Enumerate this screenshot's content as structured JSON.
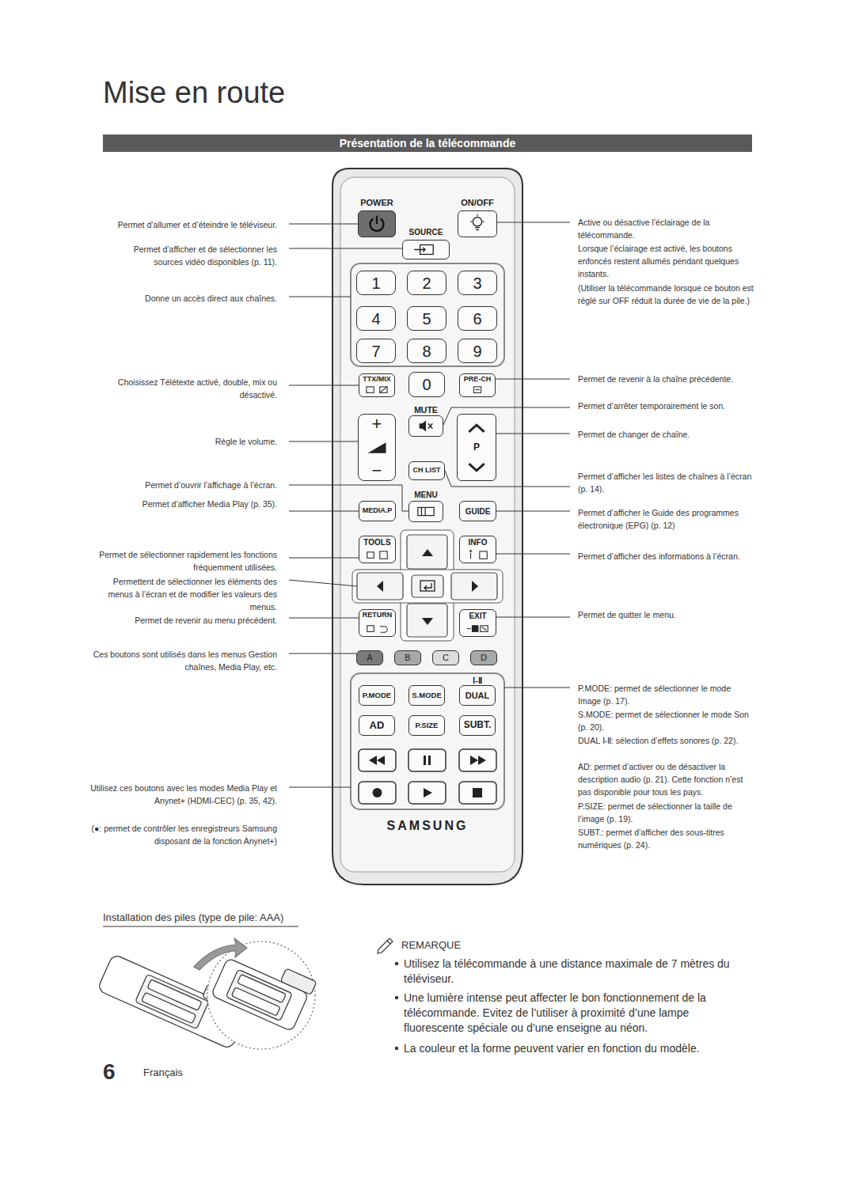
{
  "diagram": {
    "title": "Mise en route",
    "nodes": [
      {
        "text": [
          "Présentation de la télécommande"
        ]
      },
      {
        "text": [
          "SAMSUNG"
        ]
      },
      {
        "text": [
          "POWER"
        ],
        "in": 1
      },
      {
        "text": [
          "ON/OFF"
        ],
        "in": 1
      },
      {
        "text": [
          "SOURCE"
        ],
        "in": 1
      },
      {
        "text": [
          "1"
        ],
        "in": 1
      },
      {
        "text": [
          "2"
        ],
        "in": 1
      },
      {
        "text": [
          "3"
        ],
        "in": 1
      },
      {
        "text": [
          "4"
        ],
        "in": 1
      },
      {
        "text": [
          "5"
        ],
        "in": 1
      },
      {
        "text": [
          "6"
        ],
        "in": 1
      },
      {
        "text": [
          "7"
        ],
        "in": 1
      },
      {
        "text": [
          "8"
        ],
        "in": 1
      },
      {
        "text": [
          "9"
        ],
        "in": 1
      },
      {
        "text": [
          "TTX/MIX"
        ],
        "in": 1
      },
      {
        "text": [
          "0"
        ],
        "in": 1
      },
      {
        "text": [
          "PRE-CH"
        ],
        "in": 1
      },
      {
        "text": [
          "MUTE"
        ],
        "in": 1
      },
      {
        "text": [
          "+",
          "−"
        ],
        "in": 1
      },
      {
        "text": [
          "P"
        ],
        "in": 1
      },
      {
        "text": [
          "CH LIST"
        ],
        "in": 1
      },
      {
        "text": [
          "MENU"
        ],
        "in": 1
      },
      {
        "text": [
          "MEDIA.P"
        ],
        "in": 1
      },
      {
        "text": [
          "GUIDE"
        ],
        "in": 1
      },
      {
        "text": [
          "TOOLS"
        ],
        "in": 1
      },
      {
        "text": [
          "INFO"
        ],
        "in": 1
      },
      {
        "text": [
          "RETURN"
        ],
        "in": 1
      },
      {
        "text": [
          "EXIT"
        ],
        "in": 1
      },
      {
        "text": [
          "A"
        ],
        "in": 1
      },
      {
        "text": [
          "B"
        ],
        "in": 1
      },
      {
        "text": [
          "C"
        ],
        "in": 1
      },
      {
        "text": [
          "D"
        ],
        "in": 1
      },
      {
        "text": [
          "P.MODE"
        ],
        "in": 1
      },
      {
        "text": [
          "S.MODE"
        ],
        "in": 1
      },
      {
        "text": [
          "Ⅰ-Ⅱ",
          "DUAL"
        ],
        "in": 1
      },
      {
        "text": [
          "AD"
        ],
        "in": 1
      },
      {
        "text": [
          "P.SIZE"
        ],
        "in": 1
      },
      {
        "text": [
          "SUBT."
        ],
        "in": 1
      }
    ],
    "labels": [
      "Permet d’allumer et d’éteindre le téléviseur.",
      "Permet d’afficher et de sélectionner les sources vidéo disponibles (p. 11).",
      "Donne un accès direct aux chaînes.",
      "Choisissez Télétexte activé, double, mix ou désactivé.",
      "Règle le volume.",
      "Permet d’ouvrir l’affichage à l’écran.",
      "Permet d’afficher Media Play (p. 35).",
      "Permet de sélectionner rapidement les fonctions fréquemment utilisées.",
      "Permettent de sélectionner les éléments des menus à l’écran et de modifier les valeurs des menus.",
      "Permet de revenir au menu précédent.",
      "Ces boutons sont utilisés dans les menus Gestion chaînes, Media Play, etc.",
      "Utilisez ces boutons avec les modes Media Play et Anynet+ (HDMI-CEC) (p. 35, 42).",
      "(●: permet de contrôler les enregistreurs Samsung disposant de la fonction Anynet+)",
      "Active ou désactive l’éclairage de la télécommande.",
      "Lorsque l’éclairage est activé, les boutons enfoncés restent allumés pendant quelques instants.",
      "(Utiliser la télécommande lorsque ce bouton est réglé sur OFF réduit la durée de vie de la pile.)",
      "Permet de revenir à la chaîne précédente.",
      "Permet d’arrêter temporairement le son.",
      "Permet de changer de chaîne.",
      "Permet d’afficher les listes de chaînes à l’écran (p. 14).",
      "Permet d’afficher le Guide des programmes électronique (EPG) (p. 12)",
      "Permet d’afficher des informations à l’écran.",
      "Permet de quitter le menu.",
      "P.MODE: permet de sélectionner le mode Image (p. 17).",
      "S.MODE: permet de sélectionner le mode Son (p. 20).",
      "DUAL Ⅰ-Ⅱ: sélection d’effets sonores (p. 22).",
      "AD: permet d’activer ou de désactiver la description audio (p. 21). Cette fonction n’est pas disponible pour tous les pays.",
      "P.SIZE: permet de sélectionner la taille de l’image (p. 19).",
      "SUBT.: permet d’afficher des sous-titres numériques (p. 24).",
      "Installation des piles (type de pile: AAA)",
      "REMARQUE",
      "Utilisez la télécommande à une distance maximale de 7 mètres du téléviseur.",
      "Une lumière intense peut affecter le bon fonctionnement de la télécommande. Evitez de l’utiliser à proximité d’une lampe fluorescente spéciale ou d’une enseigne au néon.",
      "La couleur et la forme peuvent varier en fonction du modèle.",
      "6",
      "Français"
    ]
  }
}
